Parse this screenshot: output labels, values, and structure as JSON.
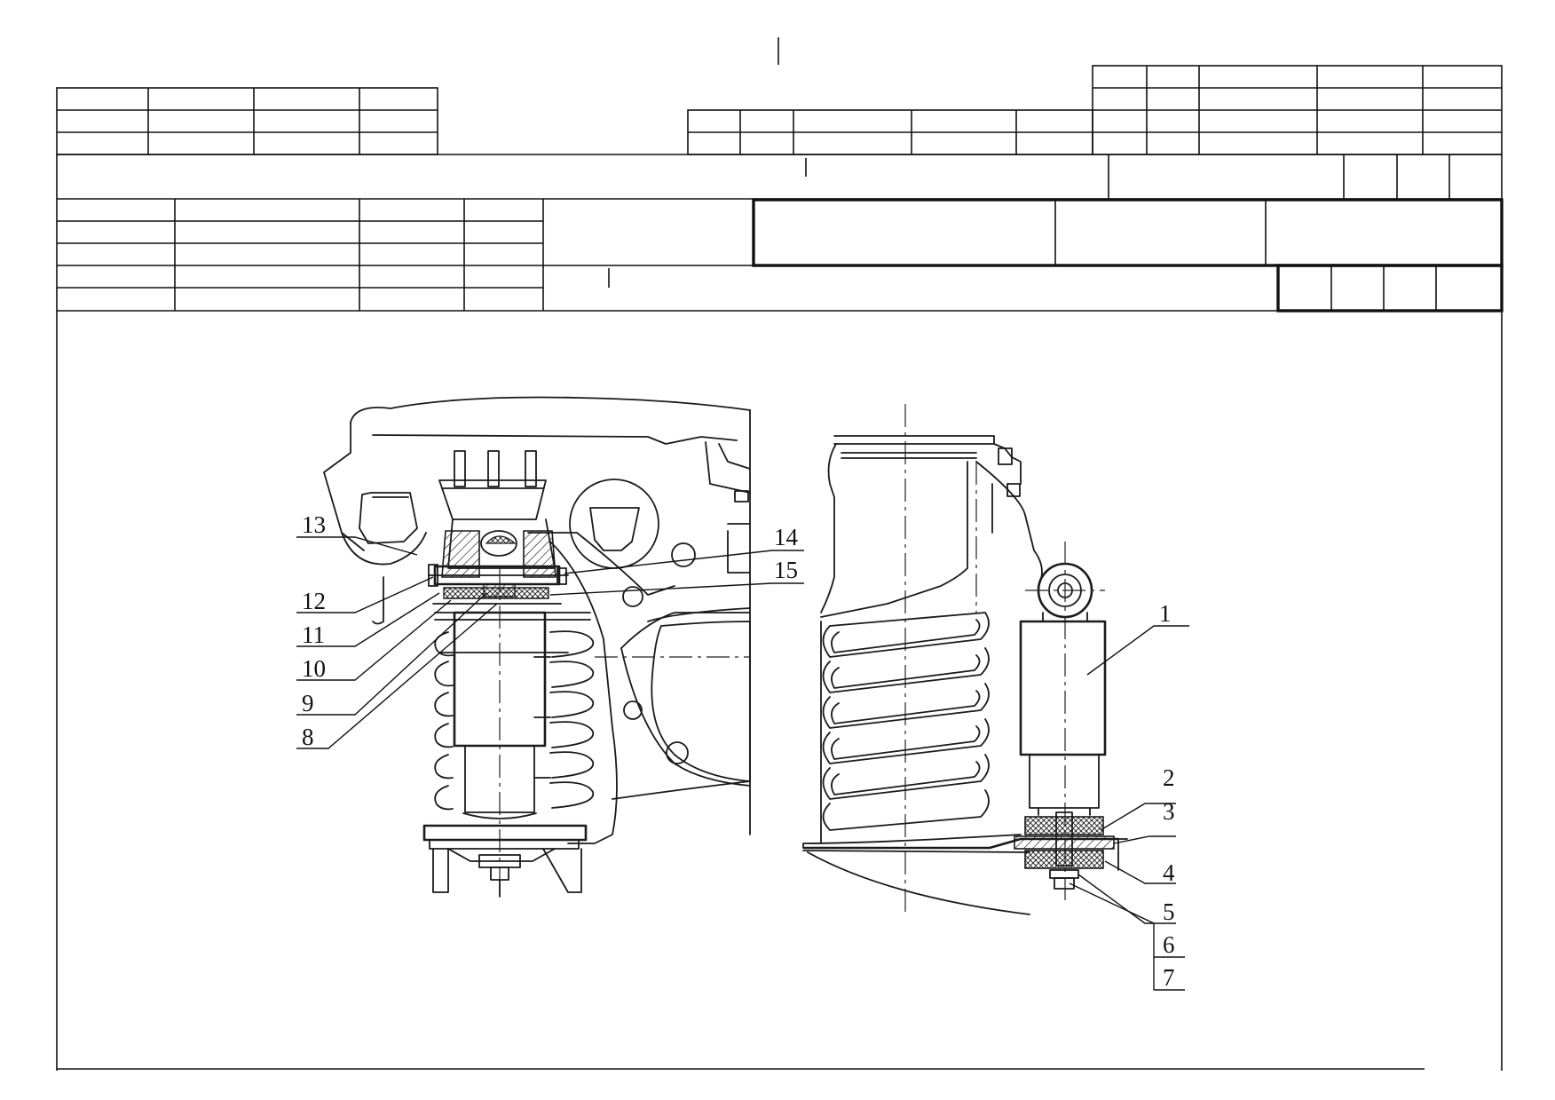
{
  "drawing": {
    "callouts": {
      "c1": "1",
      "c2": "2",
      "c3": "3",
      "c4": "4",
      "c5": "5",
      "c6": "6",
      "c7": "7",
      "c8": "8",
      "c9": "9",
      "c10": "10",
      "c11": "11",
      "c12": "12",
      "c13": "13",
      "c14": "14",
      "c15": "15"
    }
  }
}
